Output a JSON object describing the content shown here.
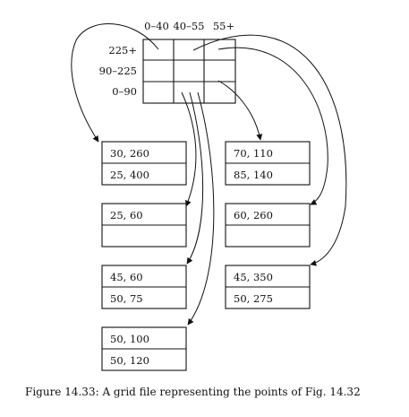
{
  "grid": {
    "column_labels": [
      "0–40",
      "40–55",
      "55+"
    ],
    "row_labels": [
      "225+",
      "90–225",
      "0–90"
    ]
  },
  "buckets": [
    {
      "records": [
        "30, 260",
        "25, 400"
      ]
    },
    {
      "records": [
        "70, 110",
        "85, 140"
      ]
    },
    {
      "records": [
        "25, 60",
        ""
      ]
    },
    {
      "records": [
        "60, 260",
        ""
      ]
    },
    {
      "records": [
        "45, 60",
        "50, 75"
      ]
    },
    {
      "records": [
        "45, 350",
        "50, 275"
      ]
    },
    {
      "records": [
        "50, 100",
        "50, 120"
      ]
    }
  ],
  "caption": "Figure 14.33: A grid file representing the points of Fig. 14.32"
}
